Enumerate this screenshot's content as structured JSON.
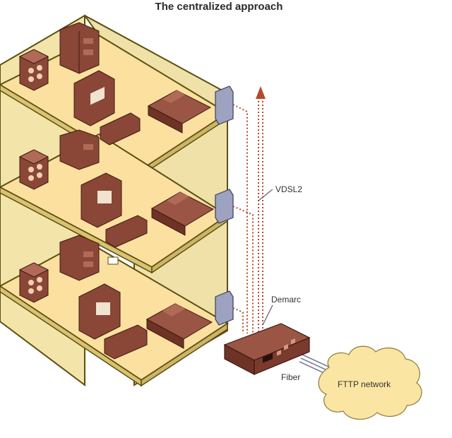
{
  "title": "The centralized approach",
  "labels": {
    "vdsl2": "VDSL2",
    "demarc": "Demarc",
    "fiber": "Fiber",
    "fttp_network": "FTTP network"
  },
  "floors": [
    {
      "name": "top-floor"
    },
    {
      "name": "middle-floor"
    },
    {
      "name": "bottom-floor"
    }
  ],
  "colors": {
    "floor": "#fbe0a0",
    "wall": "#e6d391",
    "outline": "#5a4e12",
    "furniture": "#8a4636",
    "furniture_light": "#c07a66",
    "cable": "#b54a2a",
    "device": "#7a3a2e",
    "cloud": "#fbe5a2",
    "modem": "#9ca2c0"
  }
}
